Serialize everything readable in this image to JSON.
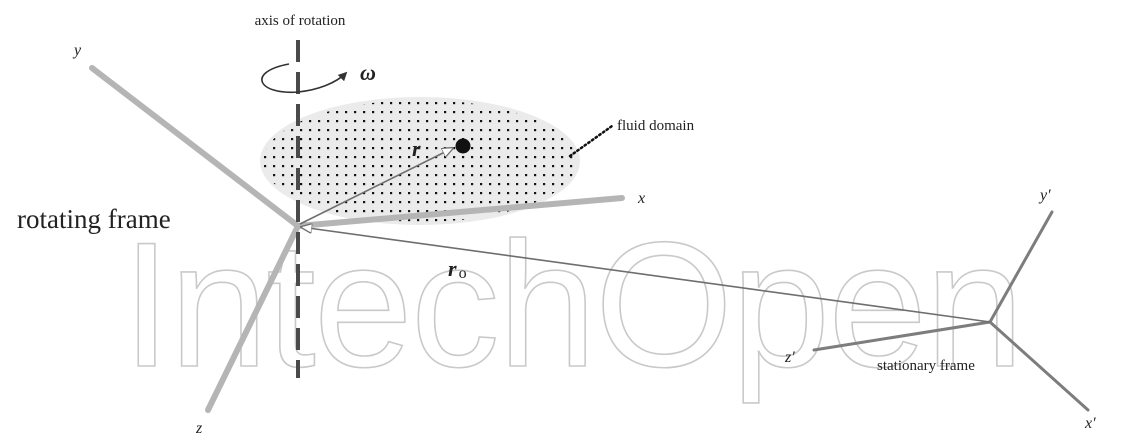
{
  "diagram": {
    "watermark_text": "IntechOpen",
    "labels": {
      "axis_of_rotation": "axis of rotation",
      "omega": "ω",
      "fluid_domain": "fluid domain",
      "r": "r",
      "rotating_frame": "rotating frame",
      "r0_main": "r",
      "r0_sub": "o",
      "stationary_frame": "stationary frame",
      "x": "x",
      "y": "y",
      "z": "z",
      "x_prime": "x′",
      "y_prime": "y′",
      "z_prime": "z′"
    },
    "colors": {
      "rotating_axes": "#b5b5b5",
      "stationary_axes": "#7d7d7d",
      "vector": "#6e6e6e",
      "rotation_axis": "#4a4a4a",
      "fluid_fill": "#ebebeb",
      "fluid_dots": "#111111",
      "watermark": "#c9c9c9",
      "text": "#222222"
    }
  }
}
